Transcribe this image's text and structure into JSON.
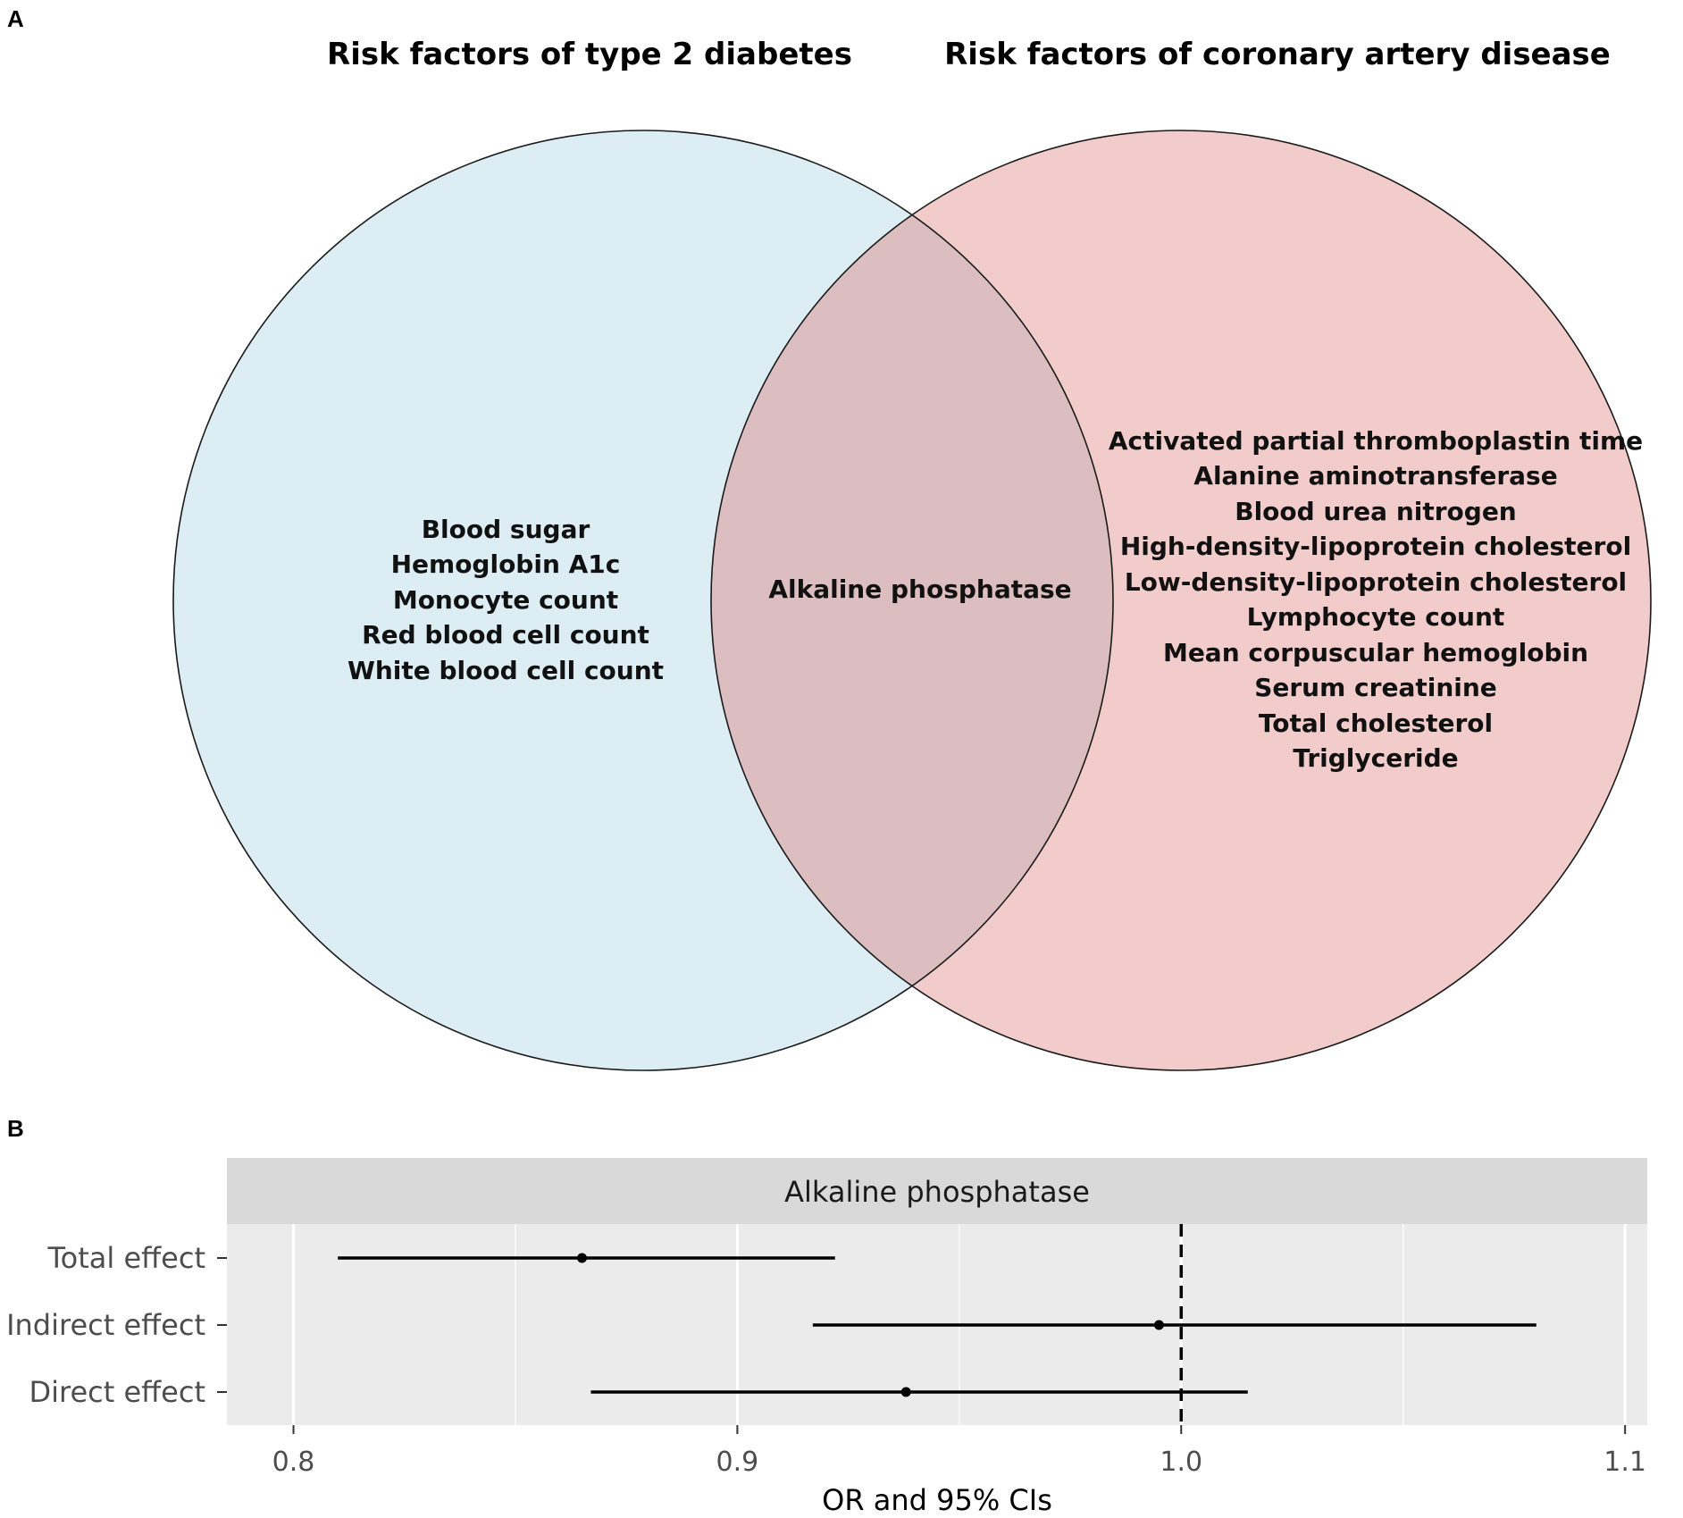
{
  "panel_a": {
    "label": "A",
    "venn": {
      "left_set": {
        "title": "Risk factors of type 2 diabetes",
        "color": "#dcedf4",
        "items": [
          "Blood sugar",
          "Hemoglobin A1c",
          "Monocyte count",
          "Red blood cell count",
          "White blood cell count"
        ]
      },
      "right_set": {
        "title": "Risk factors of coronary artery disease",
        "color": "#f1cccb",
        "items": [
          "Activated partial thromboplastin time",
          "Alanine aminotransferase",
          "Blood urea nitrogen",
          "High-density-lipoprotein cholesterol",
          "Low-density-lipoprotein cholesterol",
          "Lymphocyte count",
          "Mean corpuscular hemoglobin",
          "Serum creatinine",
          "Total cholesterol",
          "Triglyceride"
        ]
      },
      "intersection": {
        "color": "#dcbec1",
        "items": [
          "Alkaline phosphatase"
        ]
      }
    }
  },
  "panel_b": {
    "label": "B",
    "strip_title": "Alkaline phosphatase",
    "xlabel": "OR and 95% CIs"
  },
  "chart_data": {
    "type": "forest",
    "title": "Alkaline phosphatase",
    "xlabel": "OR and 95% CIs",
    "ylabel": "",
    "xlim": [
      0.785,
      1.105
    ],
    "xticks": [
      0.8,
      0.9,
      1.0,
      1.1
    ],
    "xtick_labels": [
      "0.8",
      "0.9",
      "1.0",
      "1.1"
    ],
    "reference_line": 1.0,
    "grid": true,
    "categories": [
      "Total effect",
      "Indirect effect",
      "Direct effect"
    ],
    "series": [
      {
        "estimates": [
          0.865,
          0.995,
          0.938
        ],
        "lower": [
          0.81,
          0.917,
          0.867
        ],
        "upper": [
          0.922,
          1.08,
          1.015
        ]
      }
    ],
    "colors": {
      "panel_background": "#ebebeb",
      "strip_background": "#d9d9d9",
      "grid": "#ffffff",
      "marks": "#000000"
    }
  }
}
